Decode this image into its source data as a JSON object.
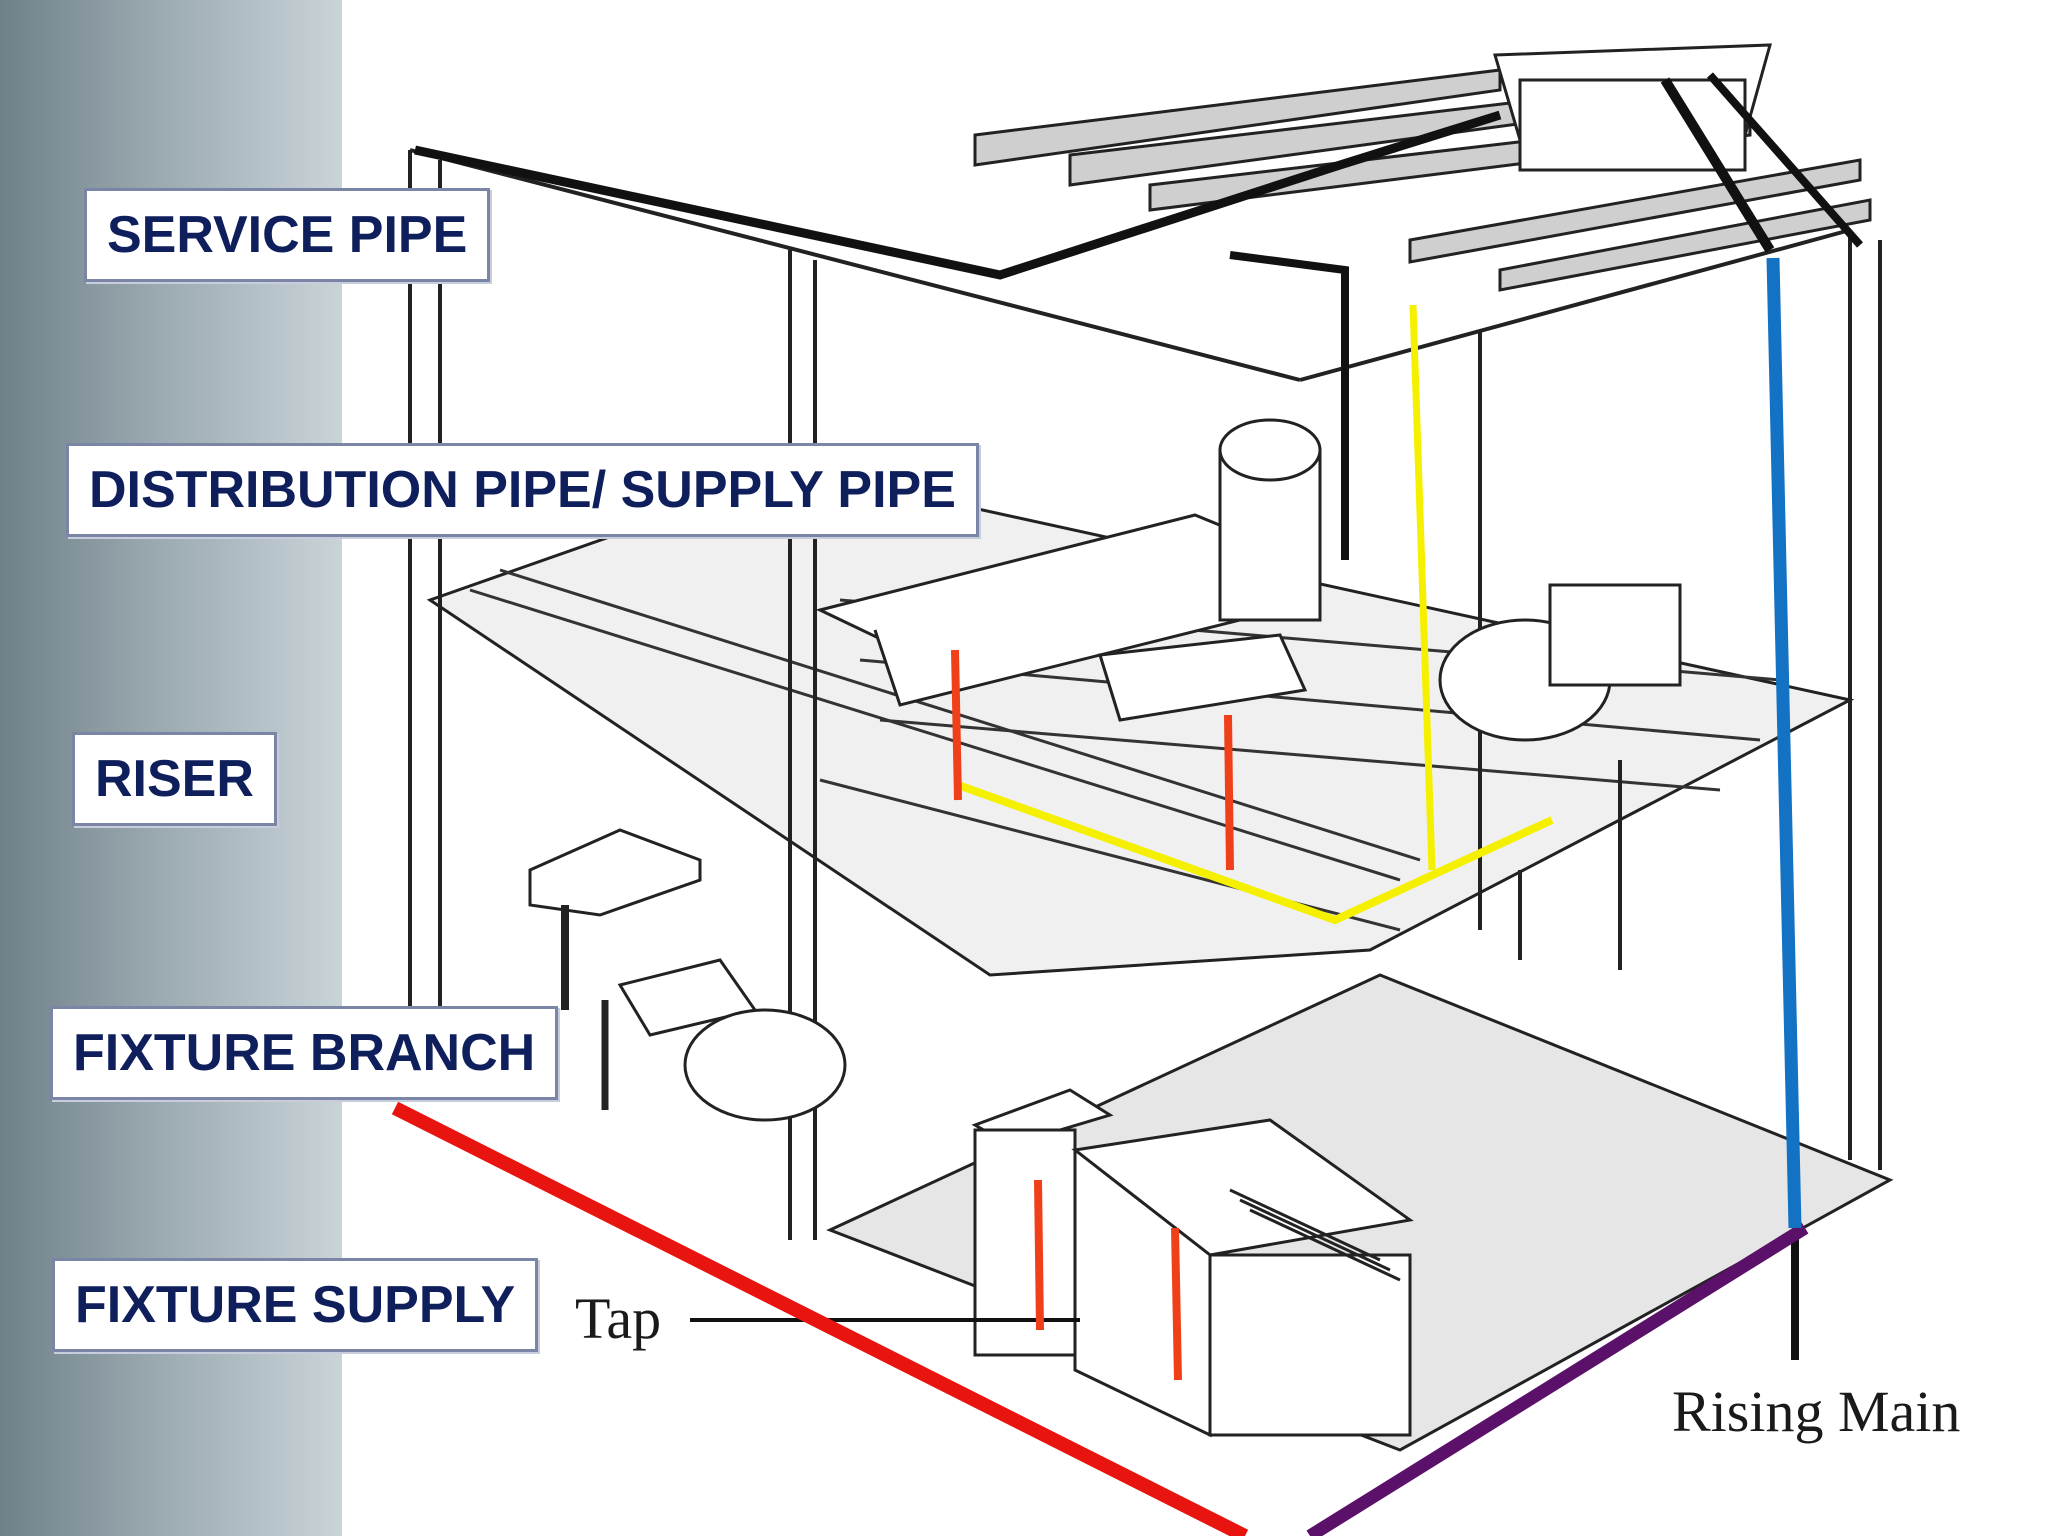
{
  "labels": {
    "service_pipe": "SERVICE PIPE",
    "distribution_pipe": "DISTRIBUTION PIPE/ SUPPLY PIPE",
    "riser": "RISER",
    "fixture_branch": "FIXTURE BRANCH",
    "fixture_supply": "FIXTURE SUPPLY"
  },
  "captions": {
    "tap": "Tap",
    "rising_main": "Rising Main"
  },
  "colors": {
    "label_text": "#0f1f5c",
    "label_border": "#7b86a6",
    "service_pipe_line": "#e8140f",
    "underground_line": "#5b1069",
    "rising_main_line": "#1472c4",
    "distribution_line": "#f5f000",
    "fixture_branch_line": "#f0401a"
  }
}
